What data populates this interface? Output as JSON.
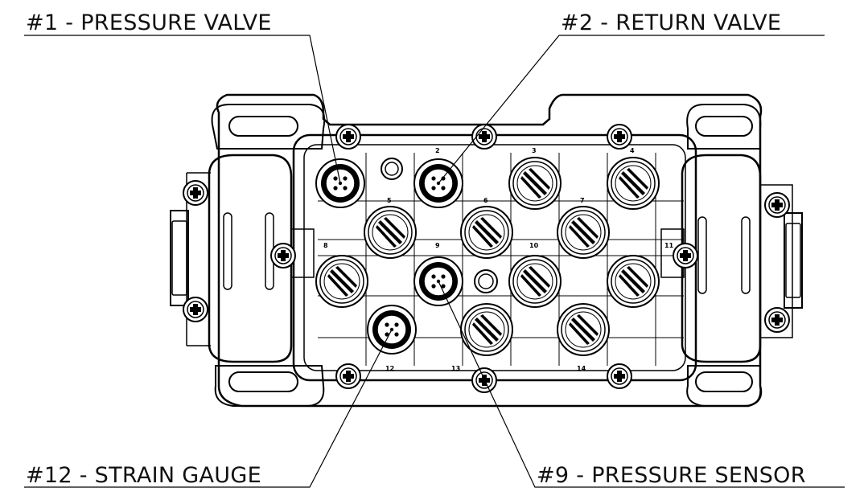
{
  "callouts": {
    "pressure_valve": "#1 - PRESSURE VALVE",
    "return_valve": "#2 - RETURN VALVE",
    "strain_gauge": "#12 - STRAIN GAUGE",
    "pressure_sensor": "#9 - PRESSURE SENSOR"
  },
  "port_numbers": {
    "p2": "2",
    "p3": "3",
    "p4": "4",
    "p5": "5",
    "p6": "6",
    "p7": "7",
    "p8": "8",
    "p9": "9",
    "p10": "10",
    "p11": "11",
    "p12": "12",
    "p13": "13",
    "p14": "14"
  },
  "colors": {
    "line": "#000000",
    "background": "#ffffff",
    "text": "#111111"
  }
}
